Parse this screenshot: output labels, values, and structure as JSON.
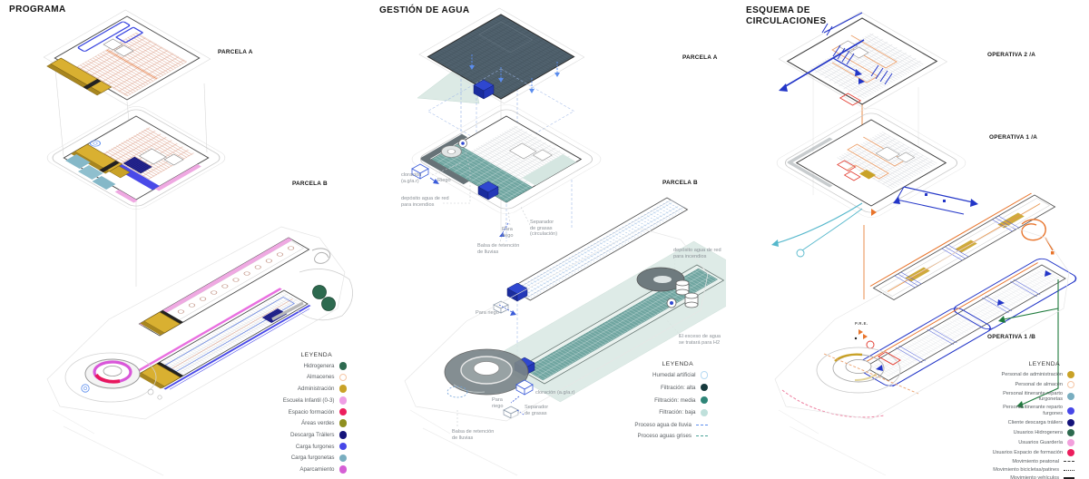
{
  "panels": {
    "programa": {
      "title": "PROGRAMA",
      "labels": {
        "parcela_a": "PARCELA A",
        "parcela_b": "PARCELA B"
      },
      "legend": {
        "title": "LEYENDA",
        "items": [
          {
            "label": "Hidrogenera",
            "swatch": "dot",
            "color": "#2D6A4F"
          },
          {
            "label": "Almacenes",
            "swatch": "dot-outline",
            "color": "#F5C6A5"
          },
          {
            "label": "Administración",
            "swatch": "dot",
            "color": "#C9A227"
          },
          {
            "label": "Escuela Infantil (0-3)",
            "swatch": "dot",
            "color": "#EE9FE5"
          },
          {
            "label": "Espacio formación",
            "swatch": "dot",
            "color": "#EC1E5D"
          },
          {
            "label": "Áreas verdes",
            "swatch": "dot",
            "color": "#8F8F1F"
          },
          {
            "label": "Descarga Tráilers",
            "swatch": "dot",
            "color": "#14137A"
          },
          {
            "label": "Carga furgones",
            "swatch": "dot",
            "color": "#4747E8"
          },
          {
            "label": "Carga furgonetas",
            "swatch": "dot",
            "color": "#79AEC0"
          },
          {
            "label": "Aparcamiento",
            "swatch": "dot",
            "color": "#D55FD5"
          }
        ]
      }
    },
    "agua": {
      "title": "GESTIÓN DE AGUA",
      "labels": {
        "parcela_a": "PARCELA A",
        "parcela_b": "PARCELA B"
      },
      "annotations": {
        "cloracion_top": "cloración\n(a.g/a.r)",
        "riego_top": "Riego",
        "deposito_top": "depósito agua de red\npara incendios",
        "para_riego_mid": "Para\nriego",
        "separador_mid": "Separador\nde grasas\n(circulación)",
        "balsa_mid": "Balsa de retención\nde lluvias",
        "para_riego_bar": "Para riego",
        "cloracion_bottom": "cloración (a.g/a.r)",
        "para_riego_bottom": "Para\nriego",
        "separador_bottom": "Separador\nde grasas",
        "balsa_bottom": "Balsa de retención\nde lluvias",
        "deposito_bottom": "depósito agua de red\npara incendios",
        "exceso": "El exceso de agua\nse tratará para H2"
      },
      "legend": {
        "title": "LEYENDA",
        "items": [
          {
            "label": "Humedal artificial",
            "swatch": "dot-outline",
            "color": "#B5D9F2"
          },
          {
            "label": "Filtración: alta",
            "swatch": "dot",
            "color": "#16393C"
          },
          {
            "label": "Filtración: media",
            "swatch": "dot",
            "color": "#2E8578"
          },
          {
            "label": "Filtración: baja",
            "swatch": "dot",
            "color": "#BFE0DB"
          },
          {
            "label": "Proceso agua de lluvia",
            "swatch": "dash",
            "color": "#5B8DEE"
          },
          {
            "label": "Proceso aguas grises",
            "swatch": "dash",
            "color": "#4AA397"
          }
        ]
      }
    },
    "circulaciones": {
      "title": "ESQUEMA DE\nCIRCULACIONES",
      "labels": {
        "operativa_2a": "OPERATIVA 2 /A",
        "operativa_1a": "OPERATIVA 1 /A",
        "operativa_1b": "OPERATIVA 1 /B",
        "pre": "P.R.E."
      },
      "legend": {
        "title": "LEYENDA",
        "items": [
          {
            "label": "Personal de administración",
            "swatch": "dot",
            "color": "#C9A227"
          },
          {
            "label": "Personal de almacén",
            "swatch": "dot-outline",
            "color": "#F5C6A5"
          },
          {
            "label": "Personal itinerante reparto\nfurgonetas",
            "swatch": "dot",
            "color": "#79AEC0"
          },
          {
            "label": "Personal itinerante reparto\nfurgones",
            "swatch": "dot",
            "color": "#4747E8"
          },
          {
            "label": "Cliente descarga tráilers",
            "swatch": "dot",
            "color": "#14137A"
          },
          {
            "label": "Usuarios Hidrogenera",
            "swatch": "dot",
            "color": "#2D6A4F"
          },
          {
            "label": "Usuarios Guardería",
            "swatch": "dot",
            "color": "#F2A0DC"
          },
          {
            "label": "Usuarios Espacio de formación",
            "swatch": "dot",
            "color": "#EC1E5D"
          },
          {
            "label": "Movimiento peatonal",
            "swatch": "dash-dark",
            "color": "#3a3a3a"
          },
          {
            "label": "Movimiento bicicletas/patines",
            "swatch": "dots-dark",
            "color": "#2a2a2a"
          },
          {
            "label": "Movimiento vehículos",
            "swatch": "solid-dark",
            "color": "#1e1e1e"
          }
        ]
      }
    }
  }
}
